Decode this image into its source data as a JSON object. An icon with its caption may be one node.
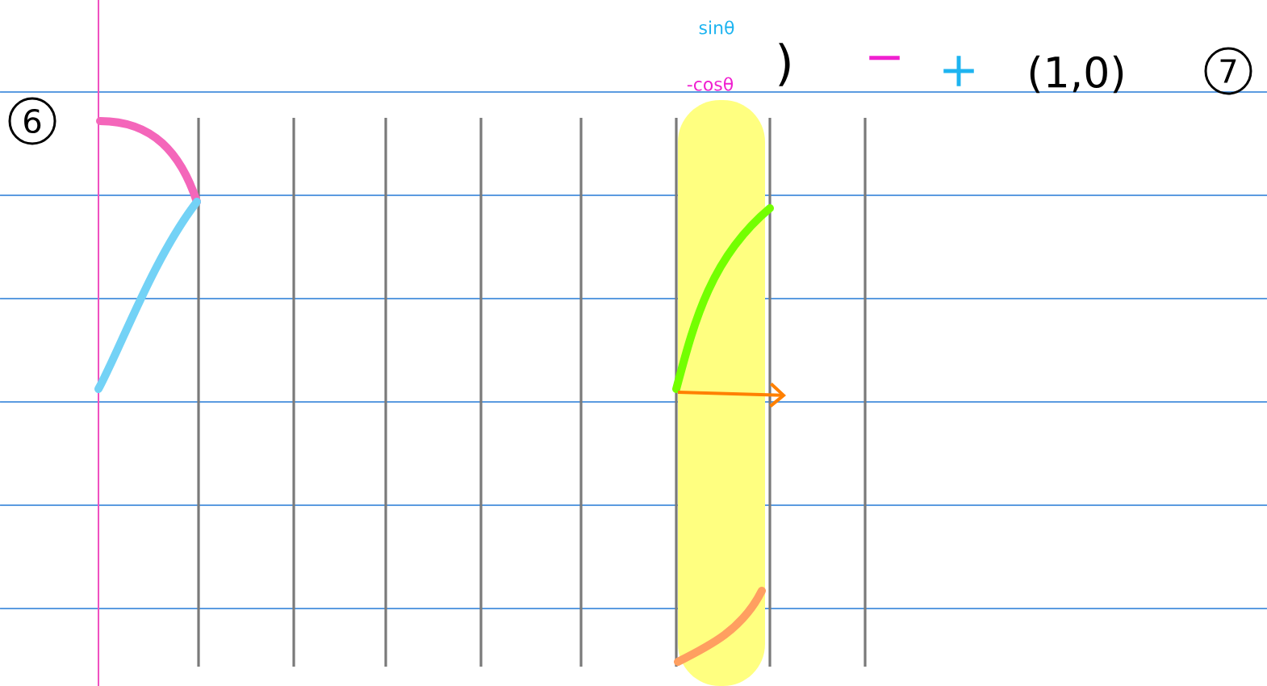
{
  "diagram": {
    "labels": [
      "6",
      "sinθ",
      "-cosθ",
      ")",
      "−",
      "+",
      "(1,0)",
      "7"
    ]
  }
}
